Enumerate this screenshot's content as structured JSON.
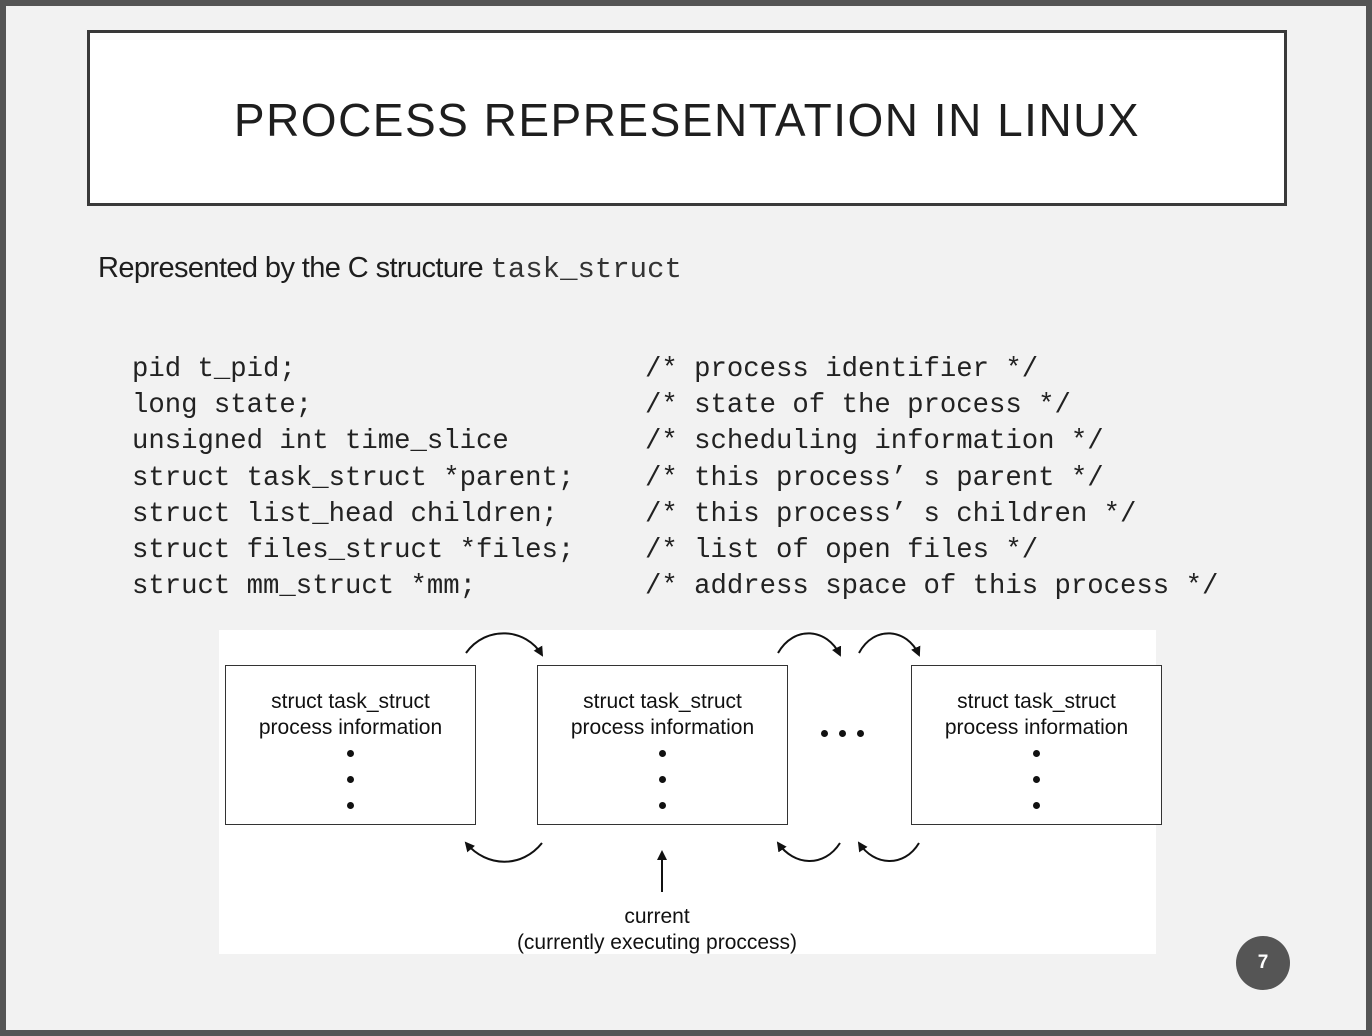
{
  "slide": {
    "title": "PROCESS REPRESENTATION IN LINUX",
    "subtitle_text": "Represented by the C structure ",
    "subtitle_code": "task_struct",
    "page_number": "7"
  },
  "code_lines": [
    {
      "decl": "pid t_pid;",
      "comment": "/* process identifier */"
    },
    {
      "decl": "long state;",
      "comment": "/* state of the process */"
    },
    {
      "decl": "unsigned int time_slice",
      "comment": "/* scheduling information */"
    },
    {
      "decl": "struct task_struct *parent;",
      "comment": "/* this process’ s parent */"
    },
    {
      "decl": "struct list_head children;",
      "comment": "/* this process’ s children */"
    },
    {
      "decl": "struct files_struct *files;",
      "comment": "/* list of open files */"
    },
    {
      "decl": "struct mm_struct *mm;",
      "comment": "/* address space of this process */"
    }
  ],
  "figure": {
    "nodes": [
      {
        "line1": "struct task_struct",
        "line2": "process information"
      },
      {
        "line1": "struct task_struct",
        "line2": "process information"
      },
      {
        "line1": "struct task_struct",
        "line2": "process information"
      }
    ],
    "current_label_1": "current",
    "current_label_2": "(currently executing proccess)"
  }
}
